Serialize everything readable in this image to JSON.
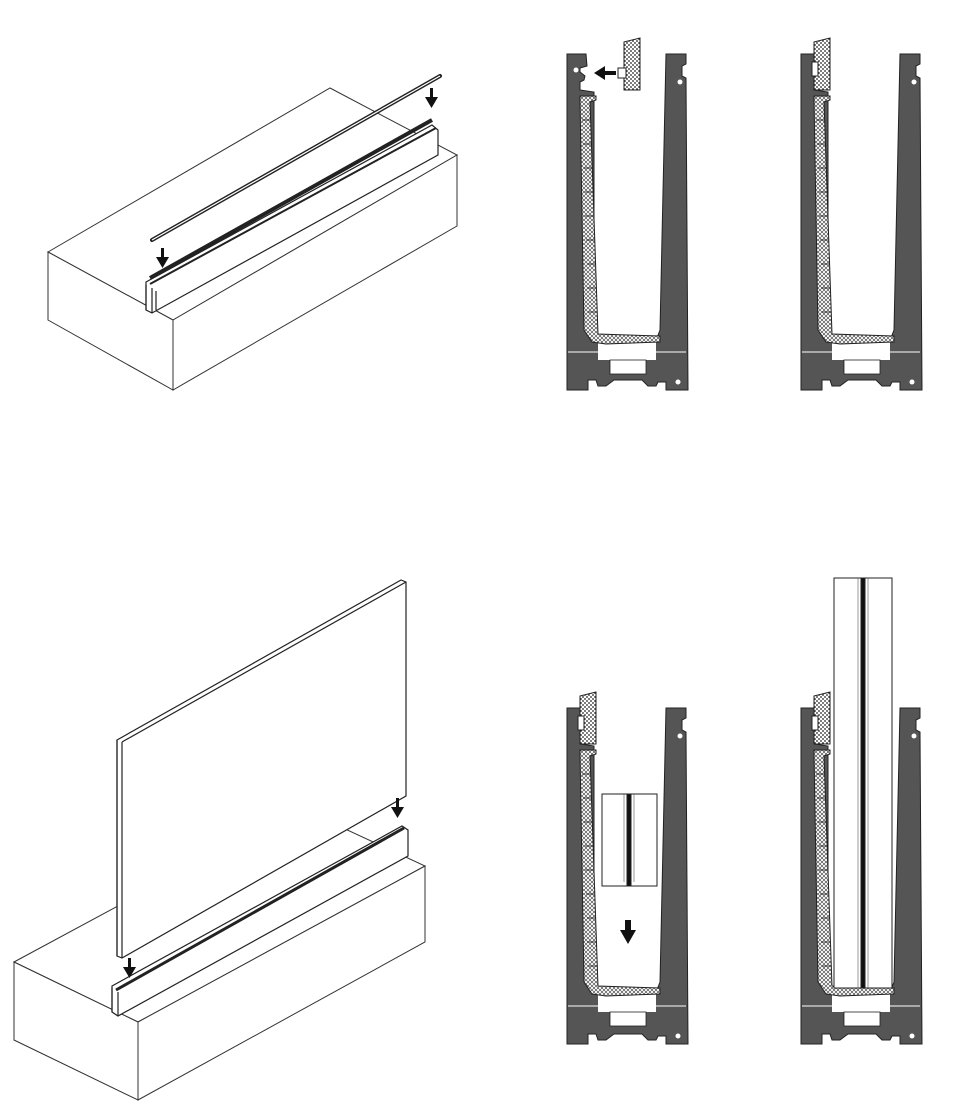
{
  "colors": {
    "profile": "#555555",
    "profile_outline": "#222222",
    "line": "#333333",
    "fill": "#ffffff",
    "arrow": "#111111"
  },
  "steps": [
    {
      "id": "step-1",
      "view": "isometric",
      "action": "insert-gasket-strips"
    },
    {
      "id": "step-2",
      "view": "section",
      "action": "press-clip-in"
    },
    {
      "id": "step-3",
      "view": "section",
      "action": "clip-seated"
    },
    {
      "id": "step-4",
      "view": "isometric",
      "action": "lower-glass-panel"
    },
    {
      "id": "step-5",
      "view": "section",
      "action": "lower-glass-block"
    },
    {
      "id": "step-6",
      "view": "section",
      "action": "glass-seated"
    }
  ],
  "icons": [
    "down-arrow-icon",
    "left-arrow-icon"
  ]
}
